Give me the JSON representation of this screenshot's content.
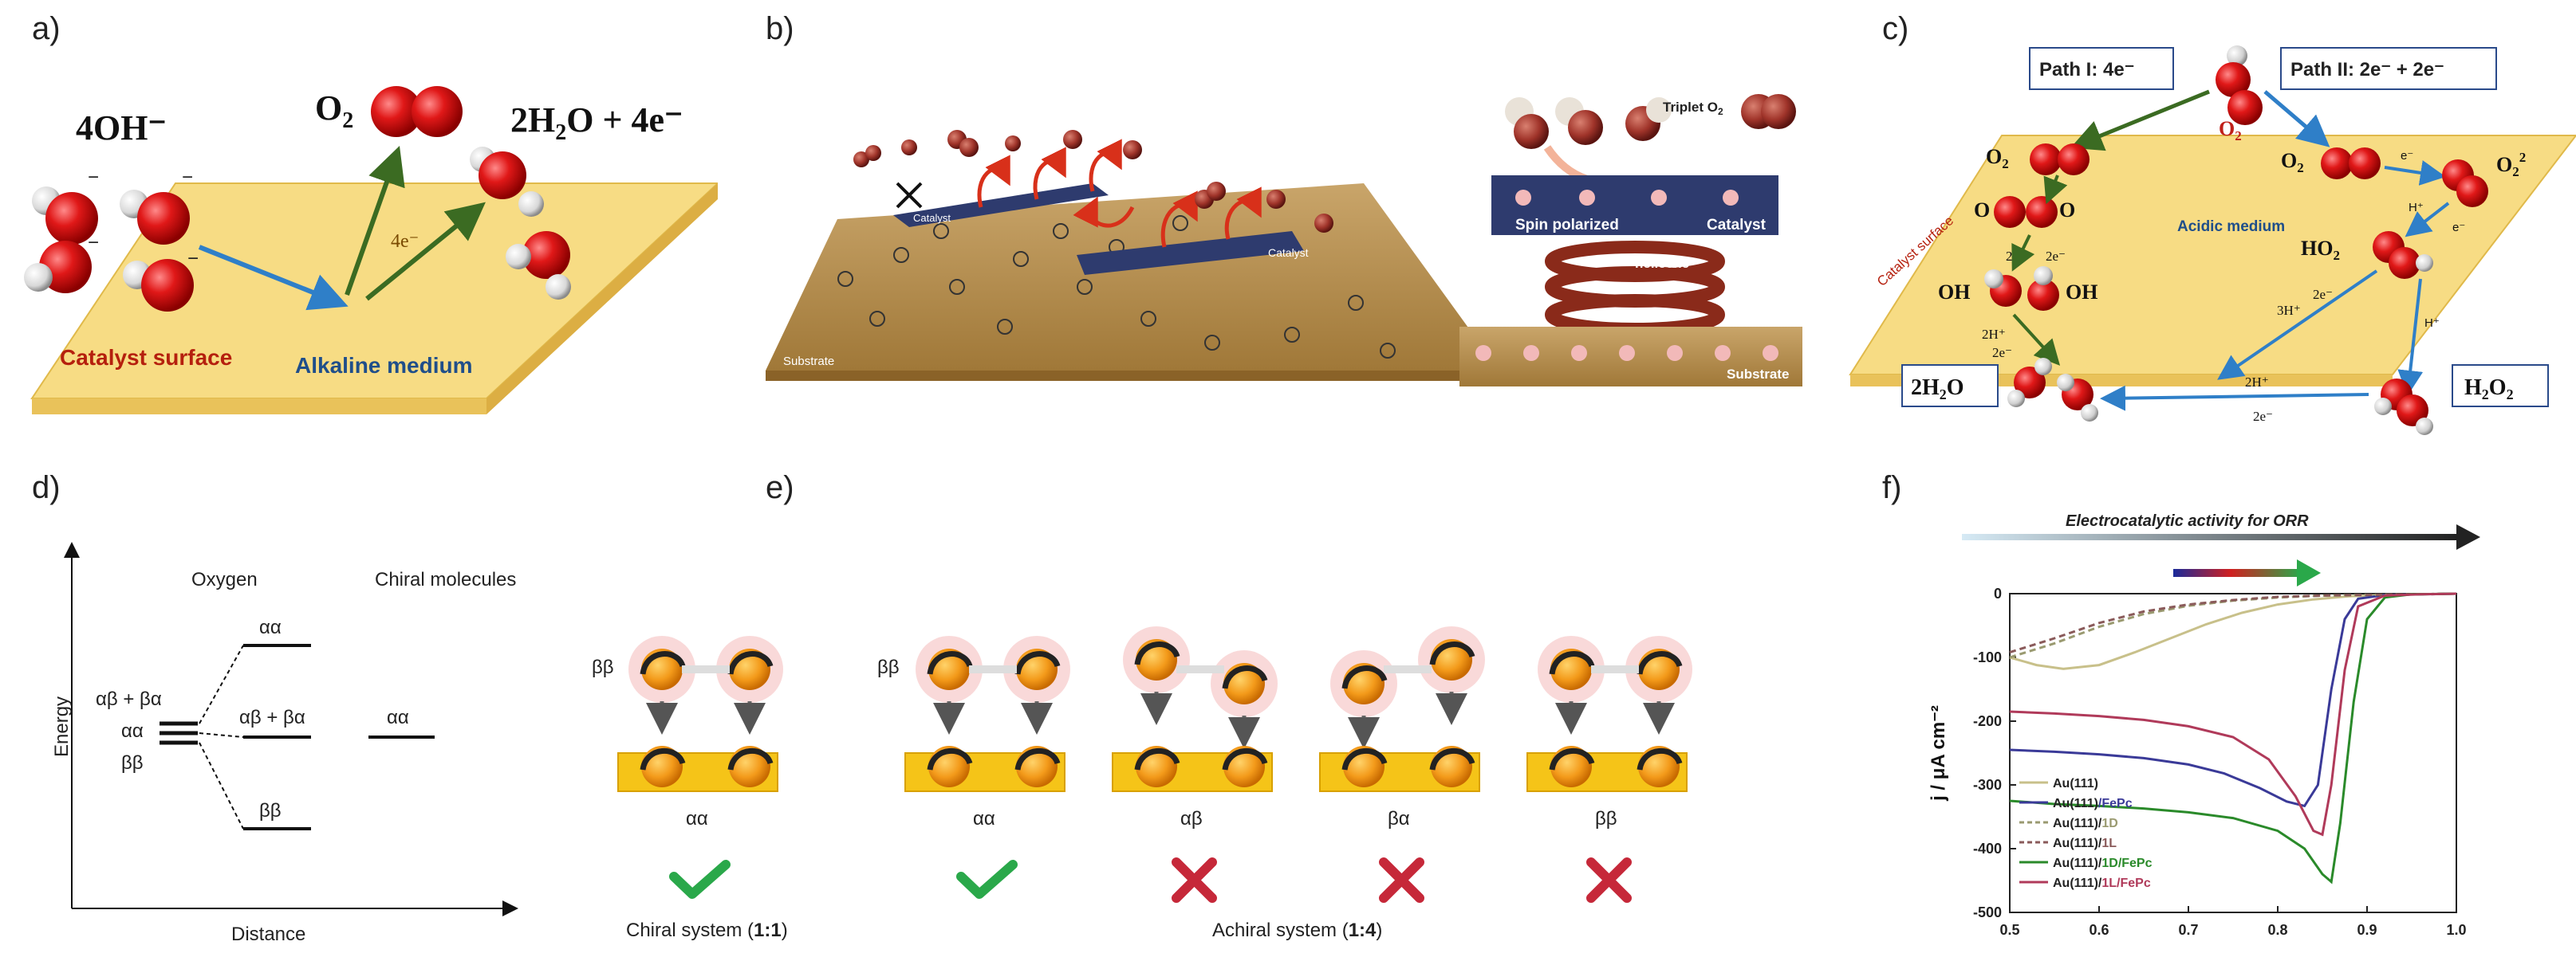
{
  "panel_labels": {
    "a": "a)",
    "b": "b)",
    "c": "c)",
    "d": "d)",
    "e": "e)",
    "f": "f)"
  },
  "panel_a": {
    "reactant": "4OH⁻",
    "o2": "O",
    "o2_sub": "2",
    "product": "2H",
    "product_sub": "2",
    "product_rest": "O + 4e⁻",
    "electrons": "4e⁻",
    "surface_label": "Catalyst surface",
    "medium_label": "Alkaline medium",
    "charge": "−"
  },
  "panel_b": {
    "substrate": "Substrate",
    "catalyst": "Catalyst",
    "triplet": "Triplet O",
    "triplet_sub": "2",
    "spin_polarized": "Spin polarized",
    "catalyst_right": "Catalyst",
    "helicene": "helicene",
    "substrate_right": "Substrate"
  },
  "panel_c": {
    "path1": "Path I: 4e⁻",
    "path2": "Path II: 2e⁻ + 2e⁻",
    "o2_top": "O",
    "o2_top_sub": "2",
    "surface": "Catalyst surface",
    "medium": "Acidic medium",
    "o2_left": "O",
    "o2_right": "O",
    "o2_minus": "O",
    "o2_minus_sup": "2",
    "o_o": "O",
    "o_o2": "O",
    "ho2": "HO",
    "ho2_sub": "2",
    "oh_left": "OH",
    "oh_right": "OH",
    "h2o": "2H",
    "h2o_rest": "O",
    "h2o2": "H",
    "h2o2_rest": "O",
    "step_2h_2e": "2H⁺",
    "step_2e": "2e⁻",
    "e_minus": "e⁻",
    "h_plus": "H⁺",
    "step_3h": "3H⁺",
    "step_2e_b": "2e⁻",
    "step_2h_b": "2H⁺",
    "step_2e_c": "2e⁻",
    "step_2h_c": "2H⁺",
    "step_2e_d": "2e⁻"
  },
  "panel_d": {
    "y_axis": "Energy",
    "x_axis": "Distance",
    "col_oxygen": "Oxygen",
    "col_chiral": "Chiral molecules",
    "left_ab_ba": "αβ + βα",
    "left_aa": "αα",
    "left_bb": "ββ",
    "mid_aa": "αα",
    "mid_ab_ba": "αβ + βα",
    "mid_bb": "ββ",
    "right_aa": "αα"
  },
  "panel_e": {
    "bb": "ββ",
    "configs": [
      {
        "substrate": "αα",
        "ok": true
      },
      {
        "substrate": "αα",
        "ok": true
      },
      {
        "substrate": "αβ",
        "ok": false
      },
      {
        "substrate": "βα",
        "ok": false
      },
      {
        "substrate": "ββ",
        "ok": false
      }
    ],
    "chiral_caption": "Chiral system (",
    "chiral_ratio": "1:1",
    "achiral_caption": "Achiral system (",
    "achiral_ratio": "1:4",
    "close_paren": ")",
    "check_color": "#2aa84a",
    "cross_color": "#c62839"
  },
  "panel_f": {
    "arrow_label": "Electrocatalytic activity for ORR",
    "chart_data": {
      "type": "line",
      "xlabel": "",
      "ylabel": "j / μA cm⁻²",
      "xlim": [
        0.5,
        1.0
      ],
      "ylim": [
        -500,
        0
      ],
      "x_ticks": [
        "0.5",
        "0.6",
        "0.7",
        "0.8",
        "0.9",
        "1.0"
      ],
      "y_ticks": [
        "0",
        "-100",
        "-200",
        "-300",
        "-400",
        "-500"
      ],
      "legend": [
        {
          "pre": "Au(111)",
          "suf": "",
          "color": "#c8c08a",
          "dash": false
        },
        {
          "pre": "Au(111)",
          "suf": "/FePc",
          "color": "#3a3a98",
          "dash": false
        },
        {
          "pre": "Au(111)/",
          "suf": "1D",
          "color": "#9a9a70",
          "dash": true
        },
        {
          "pre": "Au(111)/",
          "suf": "1L",
          "color": "#8a5a5a",
          "dash": true
        },
        {
          "pre": "Au(111)/",
          "suf": "1D/FePc",
          "color": "#2a8a2a",
          "dash": false
        },
        {
          "pre": "Au(111)/",
          "suf": "1L/FePc",
          "color": "#b03a5a",
          "dash": false
        }
      ],
      "series": [
        {
          "name": "Au(111)",
          "color": "#c8c08a",
          "dash": false,
          "x": [
            0.5,
            0.53,
            0.56,
            0.6,
            0.64,
            0.68,
            0.72,
            0.76,
            0.8,
            0.84,
            0.88,
            0.92,
            0.96,
            1.0
          ],
          "y": [
            -100,
            -112,
            -118,
            -112,
            -92,
            -70,
            -48,
            -30,
            -17,
            -9,
            -4,
            -2,
            -1,
            0
          ]
        },
        {
          "name": "Au(111)/FePc",
          "color": "#3a3a98",
          "dash": false,
          "x": [
            0.5,
            0.55,
            0.6,
            0.65,
            0.7,
            0.74,
            0.78,
            0.81,
            0.83,
            0.845,
            0.86,
            0.875,
            0.89,
            0.92,
            0.96,
            1.0
          ],
          "y": [
            -245,
            -248,
            -252,
            -258,
            -268,
            -282,
            -305,
            -326,
            -333,
            -300,
            -150,
            -40,
            -8,
            -2,
            -1,
            0
          ]
        },
        {
          "name": "Au(111)/1D",
          "color": "#9a9a70",
          "dash": true,
          "x": [
            0.5,
            0.55,
            0.6,
            0.65,
            0.7,
            0.75,
            0.8,
            0.85,
            0.9,
            0.95,
            1.0
          ],
          "y": [
            -100,
            -78,
            -52,
            -32,
            -19,
            -11,
            -6,
            -3,
            -2,
            -1,
            0
          ]
        },
        {
          "name": "Au(111)/1L",
          "color": "#8a5a5a",
          "dash": true,
          "x": [
            0.5,
            0.55,
            0.6,
            0.65,
            0.7,
            0.75,
            0.8,
            0.85,
            0.9,
            0.95,
            1.0
          ],
          "y": [
            -92,
            -70,
            -46,
            -28,
            -17,
            -10,
            -5,
            -3,
            -2,
            -1,
            0
          ]
        },
        {
          "name": "Au(111)/1D/FePc",
          "color": "#2a8a2a",
          "dash": false,
          "x": [
            0.5,
            0.55,
            0.6,
            0.65,
            0.7,
            0.75,
            0.8,
            0.83,
            0.85,
            0.86,
            0.87,
            0.885,
            0.9,
            0.92,
            0.95,
            1.0
          ],
          "y": [
            -325,
            -330,
            -333,
            -337,
            -343,
            -352,
            -372,
            -400,
            -440,
            -452,
            -360,
            -170,
            -40,
            -6,
            -1,
            0
          ]
        },
        {
          "name": "Au(111)/1L/FePc",
          "color": "#b03a5a",
          "dash": false,
          "x": [
            0.5,
            0.55,
            0.6,
            0.65,
            0.7,
            0.75,
            0.79,
            0.82,
            0.84,
            0.85,
            0.86,
            0.875,
            0.89,
            0.92,
            0.96,
            1.0
          ],
          "y": [
            -185,
            -188,
            -192,
            -198,
            -208,
            -225,
            -260,
            -318,
            -372,
            -378,
            -300,
            -120,
            -20,
            -3,
            -1,
            0
          ]
        }
      ]
    }
  }
}
